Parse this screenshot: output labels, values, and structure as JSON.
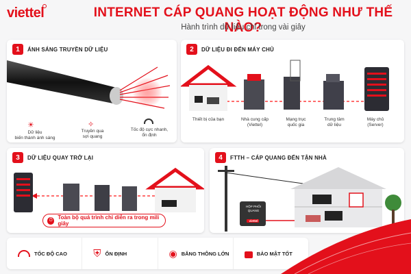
{
  "brand": "viettel",
  "title": "INTERNET CÁP QUANG HOẠT ĐỘNG NHƯ THẾ NÀO?",
  "subtitle": "Hành trình dữ liệu chỉ trong vài giây",
  "colors": {
    "accent": "#e3101b",
    "card": "#ffffff",
    "bg": "#f6f6f7",
    "dark": "#2f2f36"
  },
  "sections": [
    {
      "num": "1",
      "title": "ÁNH SÁNG TRUYỀN DỮ LIỆU",
      "items": [
        {
          "icon": "sun-icon",
          "label": "Dữ liệu\nbiến thành ánh sáng"
        },
        {
          "icon": "light-fiber-icon",
          "label": "Truyền qua\nsợi quang"
        },
        {
          "icon": "speedometer-icon",
          "label": "Tốc độ cực nhanh,\nổn định"
        }
      ]
    },
    {
      "num": "2",
      "title": "DỮ LIỆU ĐI ĐẾN MÁY CHỦ",
      "items": [
        {
          "label": "Thiết bị của bạn"
        },
        {
          "label": "Nhà cung cấp\n(Viettel)"
        },
        {
          "label": "Mạng trục\nquốc gia"
        },
        {
          "label": "Trung tâm\ndữ liệu"
        },
        {
          "label": "Máy chủ\n(Server)"
        }
      ]
    },
    {
      "num": "3",
      "title": "DỮ LIỆU QUAY TRỞ LẠI",
      "note": "Toàn bộ quá trình chỉ diễn ra trong mili giây"
    },
    {
      "num": "4",
      "title": "FTTH – CÁP QUANG ĐẾN TẬN NHÀ",
      "box_label": "HỘP PHỐI\nQUANG",
      "box_brand": "viettel"
    }
  ],
  "features": [
    {
      "icon": "speedometer-icon",
      "label": "TỐC ĐỘ CAO"
    },
    {
      "icon": "shield-check-icon",
      "label": "ỔN ĐỊNH"
    },
    {
      "icon": "wifi-icon",
      "label": "BĂNG THÔNG LỚN"
    },
    {
      "icon": "lock-icon",
      "label": "BẢO MẬT TỐT"
    }
  ]
}
